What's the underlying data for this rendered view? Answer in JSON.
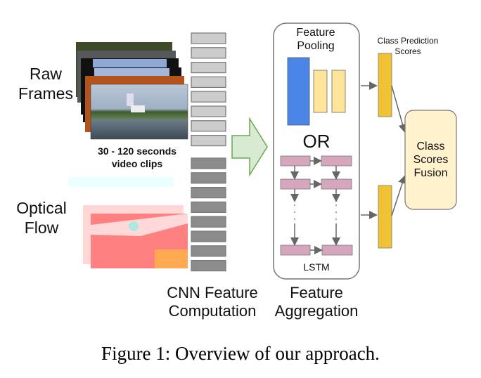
{
  "figure": {
    "caption": "Figure 1: Overview of our approach.",
    "labels": {
      "raw_frames": [
        "Raw",
        "Frames"
      ],
      "optical_flow": [
        "Optical",
        "Flow"
      ],
      "clip_length": [
        "30 - 120 seconds",
        "video clips"
      ],
      "cnn_stage": [
        "CNN Feature",
        "Computation"
      ],
      "aggregation_stage": [
        "Feature",
        "Aggregation"
      ],
      "feature_pooling": [
        "Feature",
        "Pooling"
      ],
      "or": "OR",
      "lstm": "LSTM",
      "class_prediction": [
        "Class Prediction",
        "Scores"
      ],
      "fusion": [
        "Class",
        "Scores",
        "Fusion"
      ]
    },
    "colors": {
      "raw_feature": "#cccccc",
      "flow_feature": "#8c8c8c",
      "arrow_fill": "#d9ead3",
      "arrow_stroke": "#6aa84f",
      "pool_blue": "#4a86e8",
      "pool_yellow": "#ffe599",
      "lstm_cell": "#d5a6bd",
      "score_bar": "#f1c232",
      "fusion_box": "#fff2cc"
    },
    "counts": {
      "raw_feature_boxes": 8,
      "flow_feature_boxes": 8
    }
  }
}
